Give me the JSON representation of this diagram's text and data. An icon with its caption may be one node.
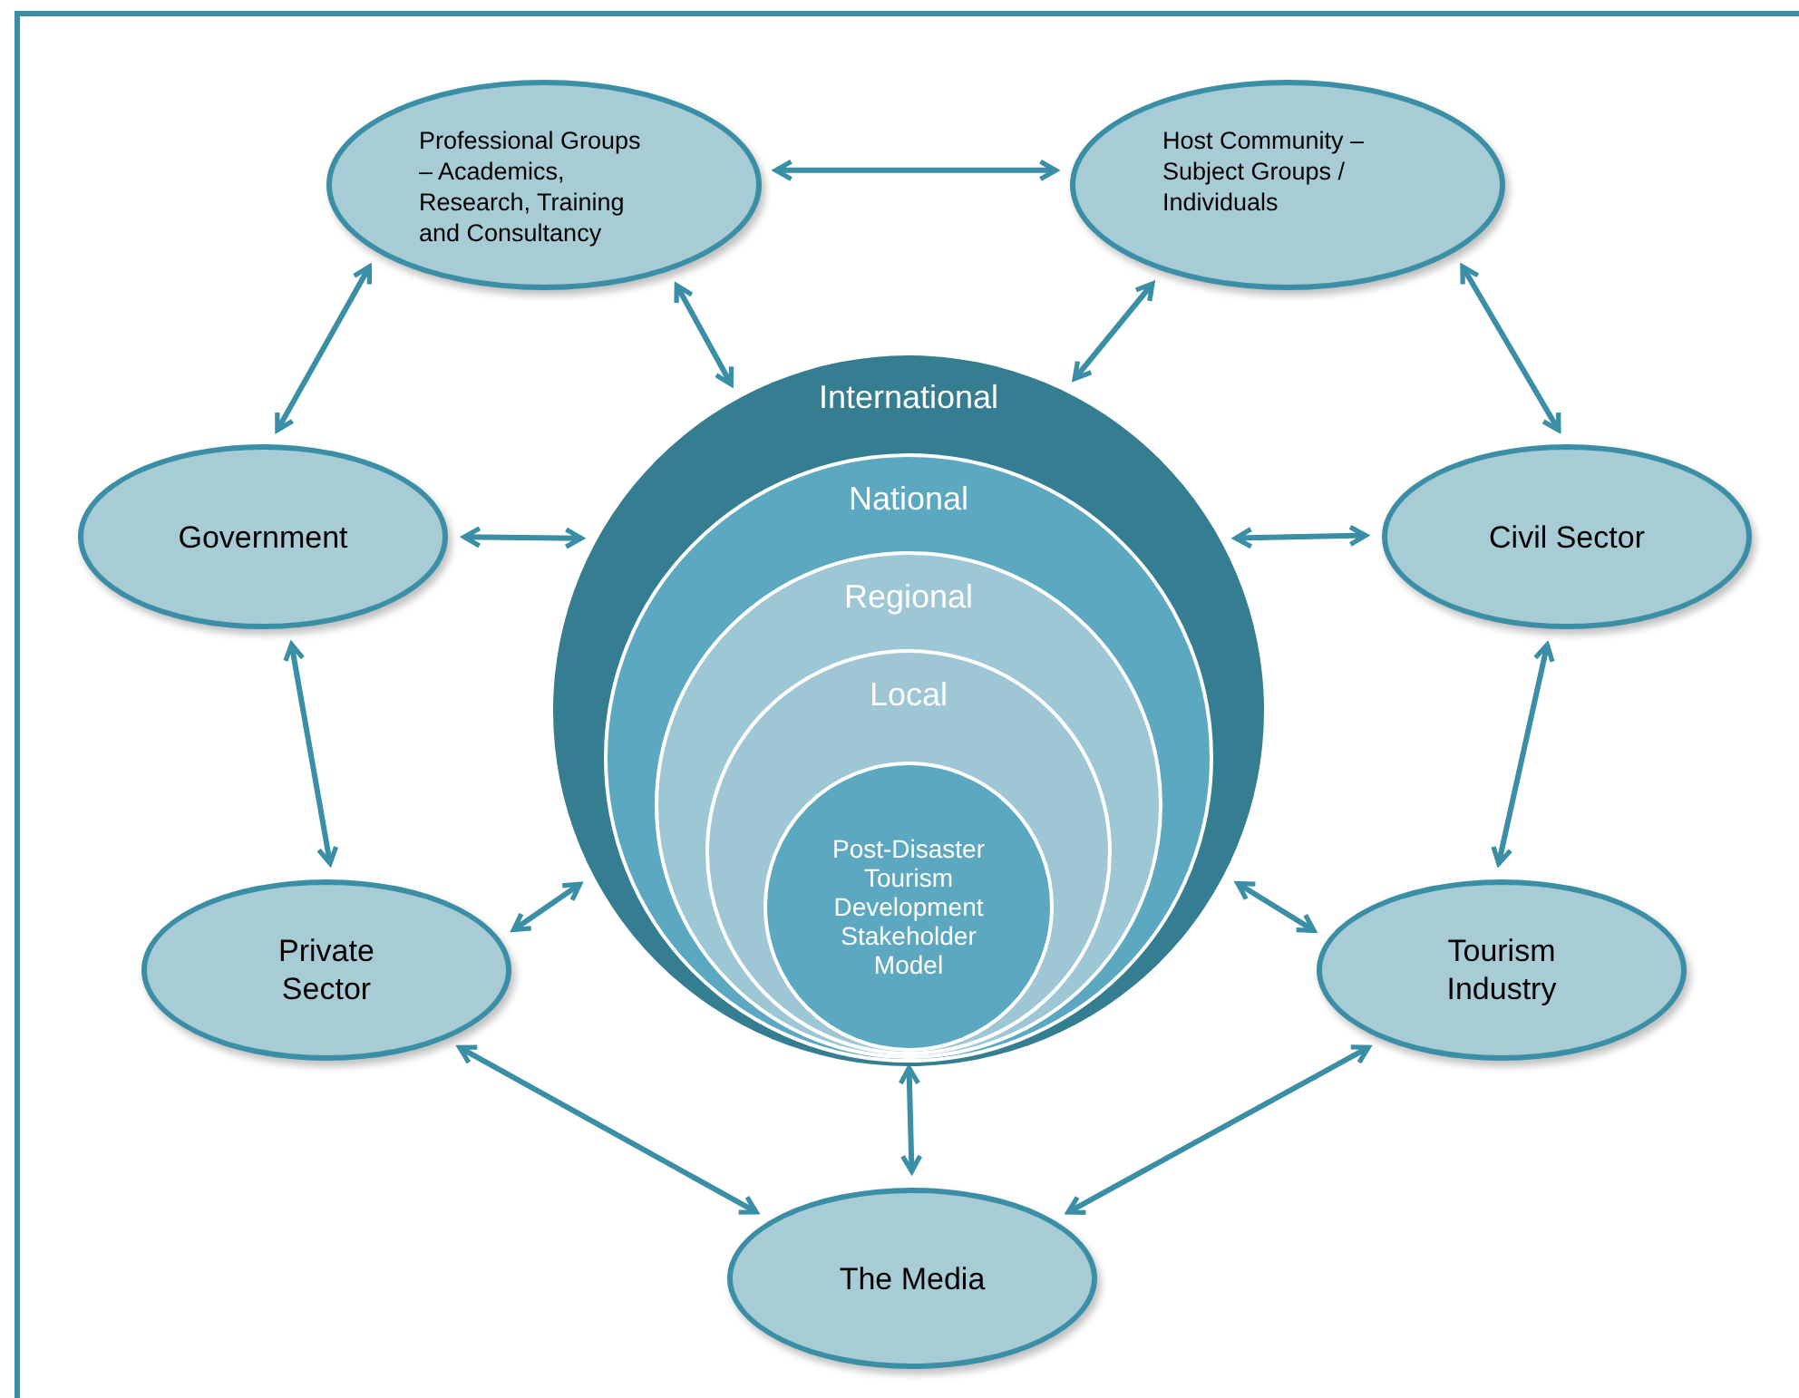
{
  "diagram": {
    "nodes": [
      {
        "text": [
          "Professional Groups – Academics, Research, Training and Consultancy"
        ]
      },
      {
        "text": [
          "Host Community – Subject Groups / Individuals"
        ]
      },
      {
        "text": [
          "Government"
        ]
      },
      {
        "text": [
          "Civil Sector"
        ]
      },
      {
        "text": [
          "International"
        ]
      },
      {
        "text": [
          "National"
        ],
        "in": 4
      },
      {
        "text": [
          "Regional"
        ],
        "in": 5
      },
      {
        "text": [
          "Local"
        ],
        "in": 6
      },
      {
        "text": [
          "Post-Disaster Tourism Development Stakeholder Model"
        ],
        "in": 7
      },
      {
        "text": [
          "Private Sector"
        ]
      },
      {
        "text": [
          "Tourism Industry"
        ]
      },
      {
        "text": [
          "The Media"
        ]
      }
    ],
    "edges": [
      {
        "from": 0,
        "to": 1,
        "arrow": "both"
      },
      {
        "from": 2,
        "to": 0,
        "arrow": "both"
      },
      {
        "from": 0,
        "to": 4,
        "arrow": "both"
      },
      {
        "from": 1,
        "to": 4,
        "arrow": "both"
      },
      {
        "from": 1,
        "to": 3,
        "arrow": "both"
      },
      {
        "from": 2,
        "to": 4,
        "arrow": "both"
      },
      {
        "from": 4,
        "to": 3,
        "arrow": "both"
      },
      {
        "from": 2,
        "to": 9,
        "arrow": "both"
      },
      {
        "from": 3,
        "to": 10,
        "arrow": "both"
      },
      {
        "from": 9,
        "to": 4,
        "arrow": "both"
      },
      {
        "from": 4,
        "to": 10,
        "arrow": "both"
      },
      {
        "from": 9,
        "to": 11,
        "arrow": "both"
      },
      {
        "from": 10,
        "to": 11,
        "arrow": "both"
      },
      {
        "from": 8,
        "to": 11,
        "arrow": "both"
      }
    ]
  }
}
